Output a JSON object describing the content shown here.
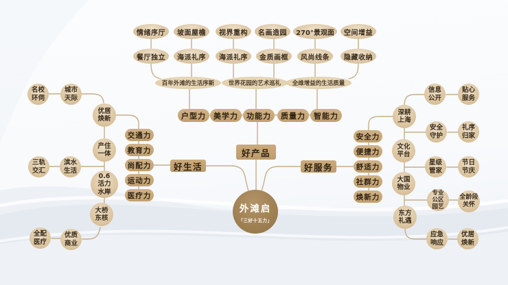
{
  "center": {
    "title": "外滩启",
    "subtitle": "「三好十五力」"
  },
  "colors": {
    "node_light_tan": "#dfc9a8",
    "node_dark_tan": "#c7a674",
    "center_gold": "#a08154",
    "connector_line": "#c6ae8a",
    "text_brown": "#3a2d1d",
    "background_wave": "#e5eaf1"
  },
  "product": {
    "label": "好产品",
    "leaves_row1": [
      "情绪序厅",
      "坡面屋檐",
      "视界重构",
      "名画造园",
      "270°景观面",
      "空间增益"
    ],
    "leaves_row2": [
      "餐厅独立",
      "海派礼序",
      "海派礼序",
      "金质画框",
      "风尚线条",
      "隐藏收纳"
    ],
    "groups": [
      "百年外滩的生活序新",
      "世界花园的艺术巡礼",
      "全维增益的生活质量"
    ],
    "pills": [
      "户型力",
      "美学力",
      "功能力",
      "质量力",
      "智能力"
    ]
  },
  "life": {
    "label": "好生活",
    "pills": [
      "交通力",
      "教育力",
      "尚配力",
      "运动力",
      "医疗力"
    ],
    "trunk": [
      "优居焕新",
      "产住一体",
      "0.6活力水岸",
      "大桥东核"
    ],
    "outer": [
      [
        "名校环伺",
        "城市天际"
      ],
      [
        "三轨交汇",
        "滨水生活"
      ],
      [
        "全配医疗",
        "优质商业"
      ]
    ]
  },
  "service": {
    "label": "好服务",
    "pills": [
      "安全力",
      "便捷力",
      "舒适力",
      "社群力",
      "焕新力"
    ],
    "trunk": [
      "深耕上海",
      "文化平台",
      "大国物业",
      "东方礼遇"
    ],
    "outer": [
      [
        "信息公开",
        "贴心服务"
      ],
      [
        "安全守护",
        "礼序归家"
      ],
      [
        "星级管家",
        "节日节庆"
      ],
      [
        "专业公区园艺",
        "全龄段关怀"
      ],
      [
        "应急响应",
        "优居焕新"
      ]
    ]
  }
}
